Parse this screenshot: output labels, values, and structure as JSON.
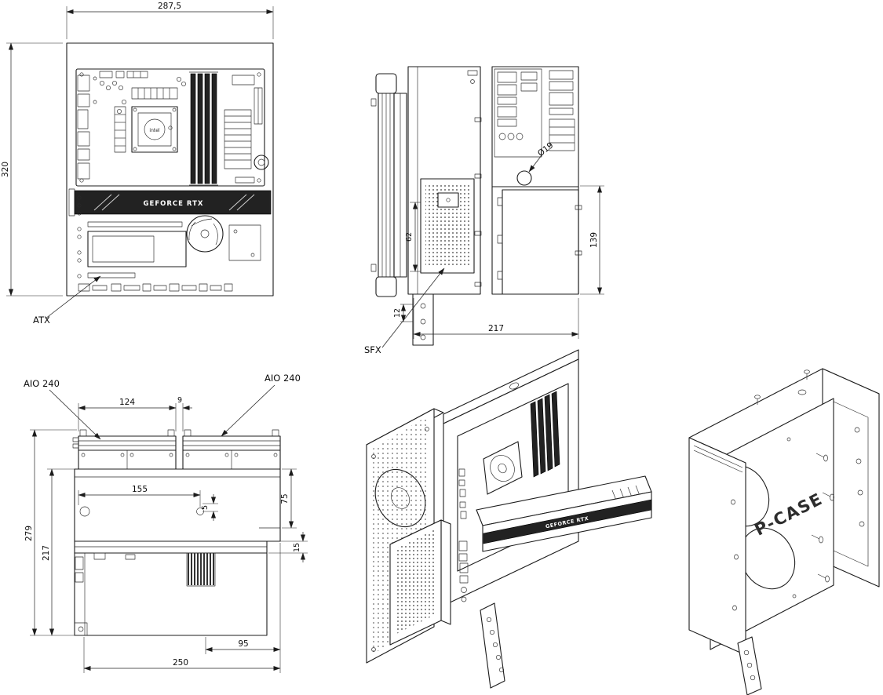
{
  "drawing": {
    "front_view": {
      "width_dim": "287,5",
      "height_dim": "320",
      "board_label": "ATX",
      "gpu_label": "GEFORCE RTX",
      "cpu_label": "intel"
    },
    "side_view": {
      "hole_dim": "Ø19",
      "height_dim": "139",
      "depth_dim": "217",
      "psu_offset_dim": "62",
      "bottom_offset_dim": "12",
      "psu_label": "SFX"
    },
    "top_view": {
      "rad_left_label": "AIO 240",
      "rad_right_label": "AIO 240",
      "rad_width_dim": "124",
      "rad_gap_dim": "9",
      "hole_span_dim": "155",
      "hole_offset_dim": "5",
      "depth_top_dim": "75",
      "gpu_thickness_dim": "15",
      "overall_depth_dim": "279",
      "body_depth_dim": "217",
      "bottom_span_dim": "95",
      "bottom_width_dim": "250"
    },
    "iso_assembled_view": {
      "gpu_label": "GEFORCE RTX"
    },
    "iso_empty_view": {
      "case_label": "P-CASE"
    }
  },
  "colors": {
    "line": "#1c1c1c",
    "dark_fill": "#1f1f1f",
    "background": "#ffffff"
  }
}
